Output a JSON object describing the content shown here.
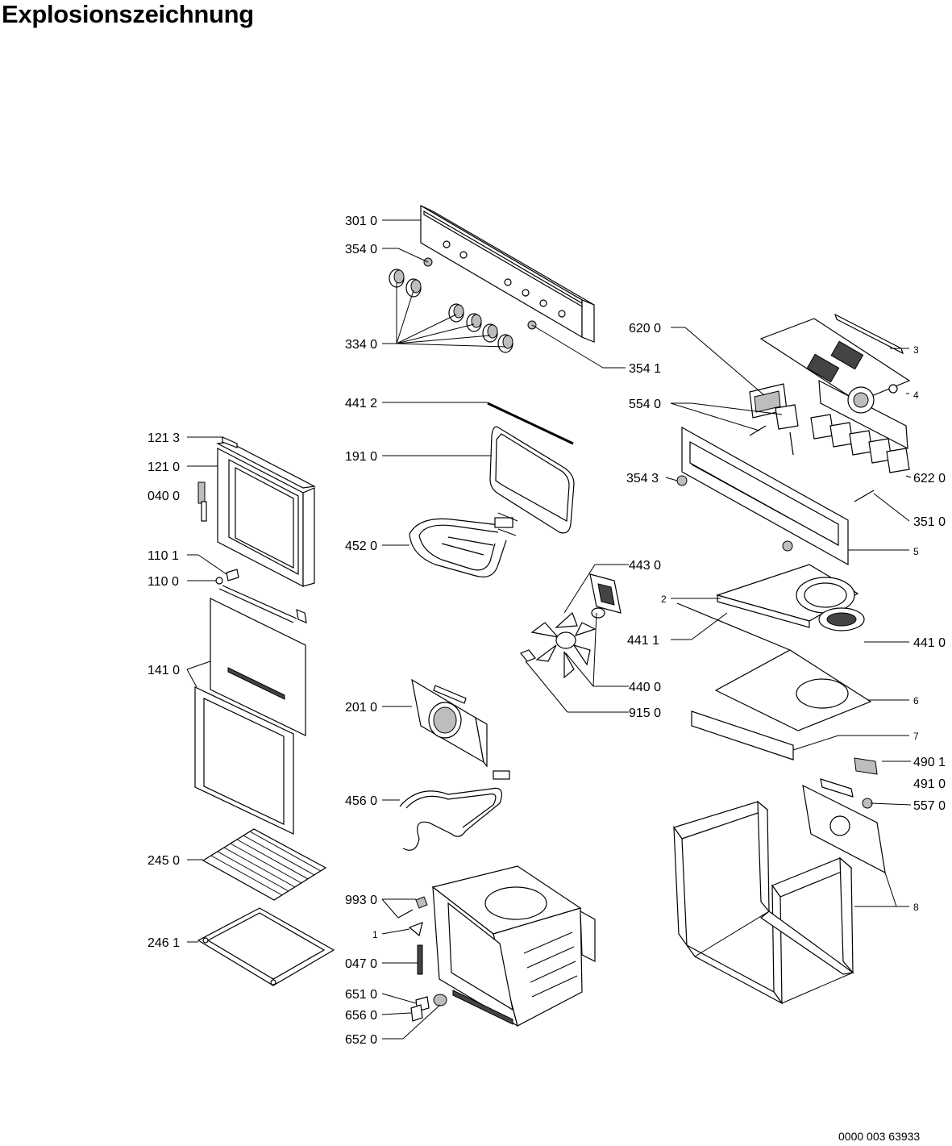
{
  "title": "Explosionszeichnung",
  "document_number": "0000 003 63933",
  "part_labels": [
    {
      "id": "301",
      "text": "301 0"
    },
    {
      "id": "3540",
      "text": "354 0"
    },
    {
      "id": "334",
      "text": "334 0"
    },
    {
      "id": "3541",
      "text": "354 1"
    },
    {
      "id": "4412",
      "text": "441 2"
    },
    {
      "id": "191",
      "text": "191 0"
    },
    {
      "id": "452",
      "text": "452 0"
    },
    {
      "id": "1213",
      "text": "121 3"
    },
    {
      "id": "1210",
      "text": "121 0"
    },
    {
      "id": "040",
      "text": "040 0"
    },
    {
      "id": "1101",
      "text": "110 1"
    },
    {
      "id": "1100",
      "text": "110 0"
    },
    {
      "id": "141",
      "text": "141 0"
    },
    {
      "id": "6200",
      "text": "620 0"
    },
    {
      "id": "3",
      "text": "3"
    },
    {
      "id": "4",
      "text": "4"
    },
    {
      "id": "5540",
      "text": "554 0"
    },
    {
      "id": "3543",
      "text": "354 3"
    },
    {
      "id": "6220",
      "text": "622 0"
    },
    {
      "id": "3510",
      "text": "351 0"
    },
    {
      "id": "5",
      "text": "5"
    },
    {
      "id": "4430",
      "text": "443 0"
    },
    {
      "id": "2",
      "text": "2"
    },
    {
      "id": "4411",
      "text": "441 1"
    },
    {
      "id": "4410",
      "text": "441 0"
    },
    {
      "id": "4400",
      "text": "440 0"
    },
    {
      "id": "201",
      "text": "201 0"
    },
    {
      "id": "9150",
      "text": "915 0"
    },
    {
      "id": "6",
      "text": "6"
    },
    {
      "id": "7",
      "text": "7"
    },
    {
      "id": "4901",
      "text": "490 1"
    },
    {
      "id": "4910",
      "text": "491 0"
    },
    {
      "id": "456",
      "text": "456 0"
    },
    {
      "id": "5570",
      "text": "557 0"
    },
    {
      "id": "2450",
      "text": "245 0"
    },
    {
      "id": "9930",
      "text": "993 0"
    },
    {
      "id": "8",
      "text": "8"
    },
    {
      "id": "1",
      "text": "1"
    },
    {
      "id": "2461",
      "text": "246 1"
    },
    {
      "id": "0470",
      "text": "047 0"
    },
    {
      "id": "6510",
      "text": "651 0"
    },
    {
      "id": "6560",
      "text": "656 0"
    },
    {
      "id": "6520",
      "text": "652 0"
    }
  ]
}
